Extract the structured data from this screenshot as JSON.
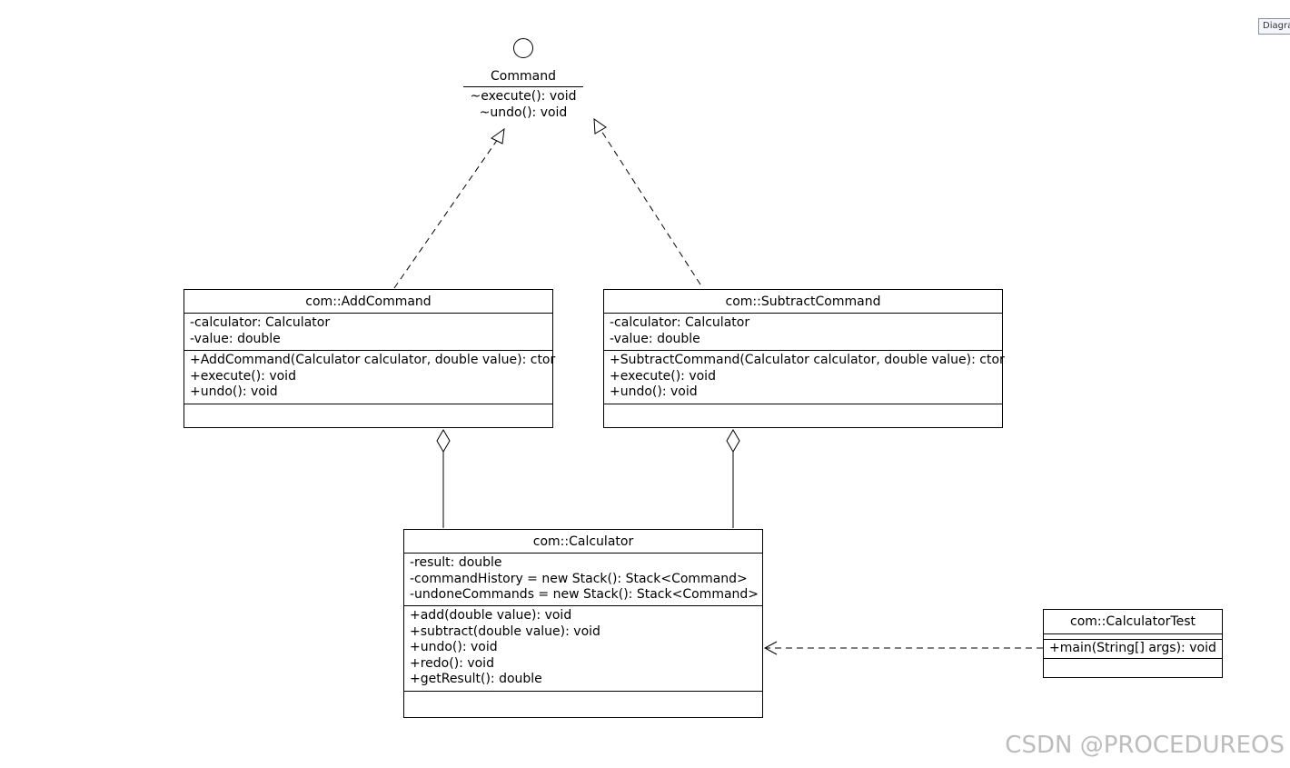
{
  "diagram_tab": "Diagra",
  "interface": {
    "name": "Command",
    "operations": [
      "~execute(): void",
      "~undo(): void"
    ]
  },
  "add_command": {
    "name": "com::AddCommand",
    "attributes": [
      "-calculator: Calculator",
      "-value: double"
    ],
    "operations": [
      "+AddCommand(Calculator calculator, double value): ctor",
      "+execute(): void",
      "+undo(): void"
    ]
  },
  "subtract_command": {
    "name": "com::SubtractCommand",
    "attributes": [
      "-calculator: Calculator",
      "-value: double"
    ],
    "operations": [
      "+SubtractCommand(Calculator calculator, double value): ctor",
      "+execute(): void",
      "+undo(): void"
    ]
  },
  "calculator": {
    "name": "com::Calculator",
    "attributes": [
      "-result: double",
      "-commandHistory = new Stack(): Stack<Command>",
      "-undoneCommands = new Stack(): Stack<Command>"
    ],
    "operations": [
      "+add(double value): void",
      "+subtract(double value): void",
      "+undo(): void",
      "+redo(): void",
      "+getResult(): double"
    ]
  },
  "calculator_test": {
    "name": "com::CalculatorTest",
    "operations": [
      "+main(String[] args): void"
    ]
  },
  "watermark": "CSDN @PROCEDUREOS"
}
